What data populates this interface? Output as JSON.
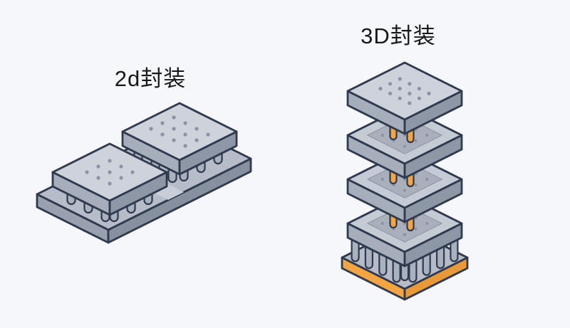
{
  "page": {
    "background": "#f6f7fa"
  },
  "labels": {
    "left": "2d封装",
    "right": "3D封装"
  },
  "palette": {
    "outline": "#2f3a4e",
    "top": "#cdd2db",
    "rim": "#c5cbd5",
    "sideLeft": "#a7aebb",
    "sideRight": "#8e97a6",
    "substrateTop": "#b6bdc8",
    "substrateSideLeft": "#99a1b0",
    "substrateSideRight": "#87909f",
    "recess": "#a9b0bc",
    "recessEdge": "#949cab",
    "band": "#c9cfd8",
    "dot": "#8b93a2",
    "pin": "#aab1be",
    "copper": "#f3a443",
    "copperDark": "#e9993a"
  },
  "left_diagram": {
    "name": "2d-package",
    "dies": 2,
    "pins_per_edge": 3,
    "dots_left_die": {
      "cols": 3,
      "rows": 3
    },
    "dots_right_die": {
      "cols": 4,
      "rows": 3
    }
  },
  "right_diagram": {
    "name": "3d-package",
    "layers": 4,
    "pillars_per_gap": 2,
    "substrate_pins_per_edge": 4,
    "dots_top_layer": {
      "cols": 4,
      "rows": 3
    },
    "dots_recess": {
      "cols": 3,
      "rows": 3
    }
  }
}
